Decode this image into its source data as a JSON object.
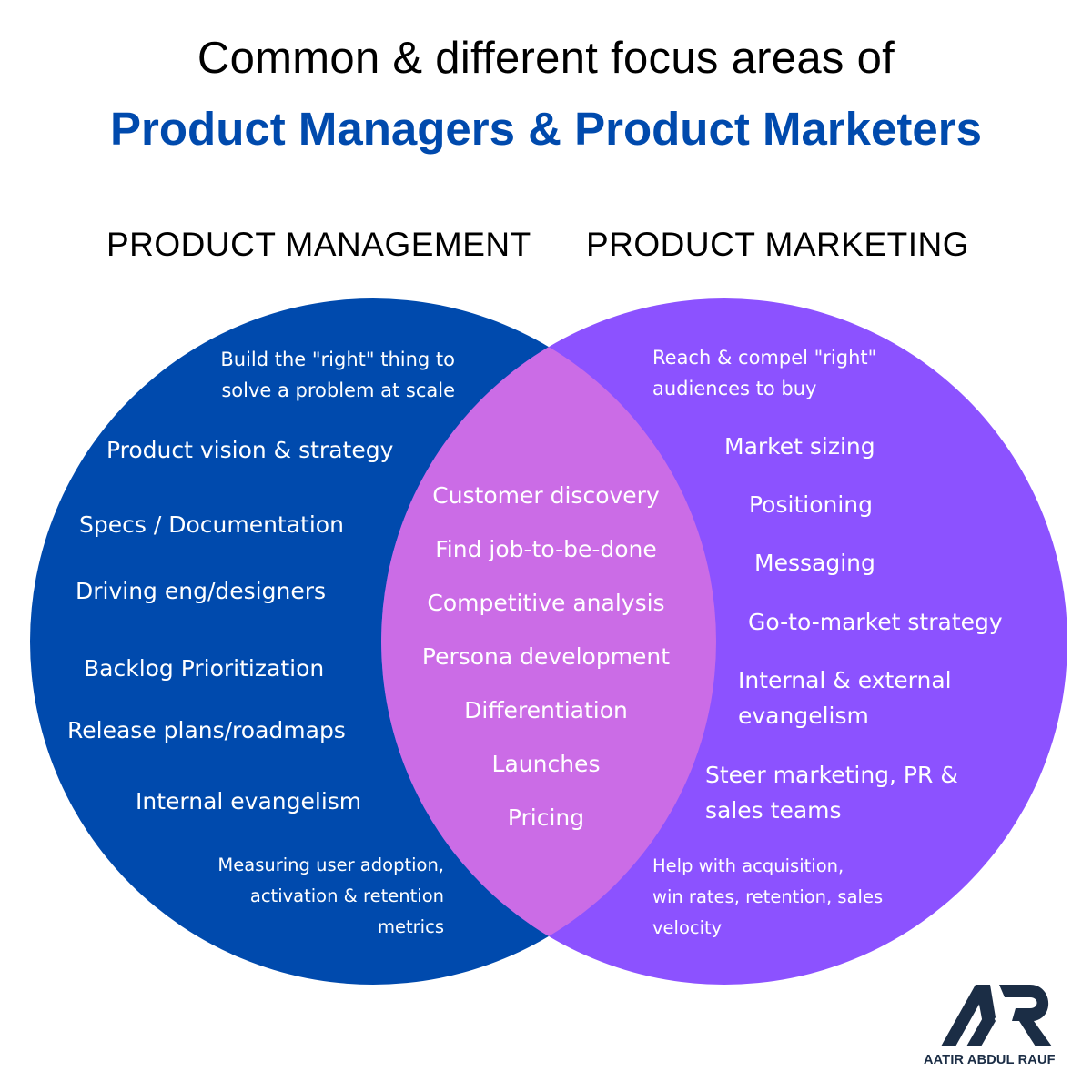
{
  "colors": {
    "accent": "#004aad",
    "management": "#004aad",
    "marketing": "#8c52ff",
    "overlap": "#cb6ce6",
    "logo": "#1b2d45"
  },
  "title": {
    "line1": "Common & different focus areas of",
    "line2": "Product Managers & Product Marketers"
  },
  "headers": {
    "left": "PRODUCT MANAGEMENT",
    "right": "PRODUCT MARKETING"
  },
  "management": {
    "summary_lines": [
      "Build the \"right\" thing to",
      "solve a problem at scale"
    ],
    "items": [
      "Product vision & strategy",
      "Specs / Documentation",
      "Driving eng/designers",
      "Backlog Prioritization",
      "Release plans/roadmaps",
      "Internal evangelism"
    ],
    "metrics_lines": [
      "Measuring user adoption,",
      "activation & retention",
      "metrics"
    ]
  },
  "common": {
    "items": [
      "Customer discovery",
      "Find job-to-be-done",
      "Competitive analysis",
      "Persona development",
      "Differentiation",
      "Launches",
      "Pricing"
    ]
  },
  "marketing": {
    "summary_lines": [
      "Reach & compel \"right\"",
      "audiences to buy"
    ],
    "items": [
      "Market sizing",
      "Positioning",
      "Messaging",
      "Go-to-market strategy"
    ],
    "evangelism_lines": [
      "Internal & external",
      "evangelism"
    ],
    "steer_lines": [
      "Steer marketing, PR &",
      "sales teams"
    ],
    "metrics_lines": [
      "Help with acquisition,",
      "win rates, retention, sales",
      "velocity"
    ]
  },
  "logo": {
    "icon": "ar-monogram-icon",
    "caption": "AATIR ABDUL RAUF"
  }
}
